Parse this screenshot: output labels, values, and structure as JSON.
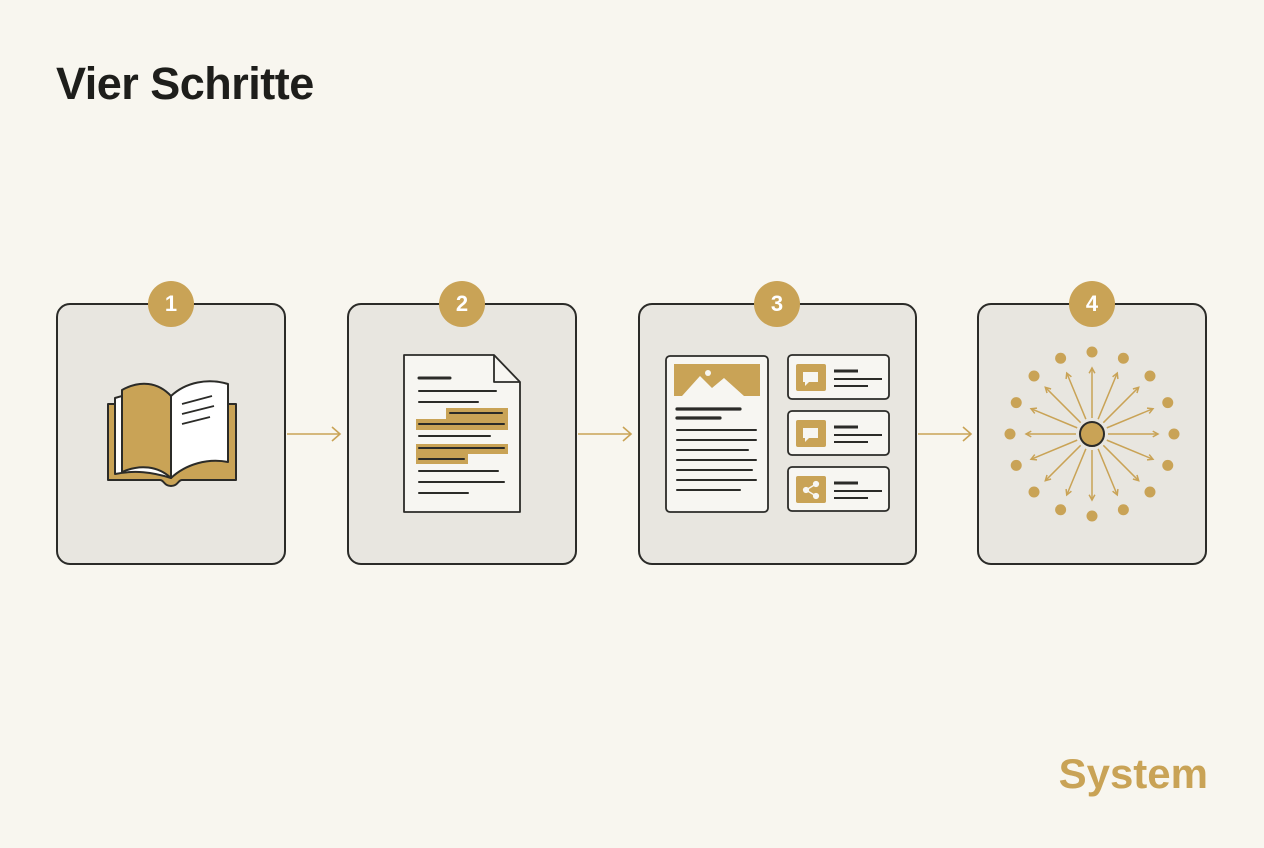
{
  "title": "Vier Schritte",
  "brand": "System",
  "steps": [
    {
      "number": "1",
      "icon": "open-book-icon"
    },
    {
      "number": "2",
      "icon": "highlighted-document-icon"
    },
    {
      "number": "3",
      "icon": "content-cards-icon"
    },
    {
      "number": "4",
      "icon": "distribution-network-icon"
    }
  ],
  "colors": {
    "accent": "#c9a356",
    "background": "#f8f6ef",
    "card": "#e8e6e0",
    "outline": "#2b2b28",
    "text": "#1e1e1b"
  }
}
